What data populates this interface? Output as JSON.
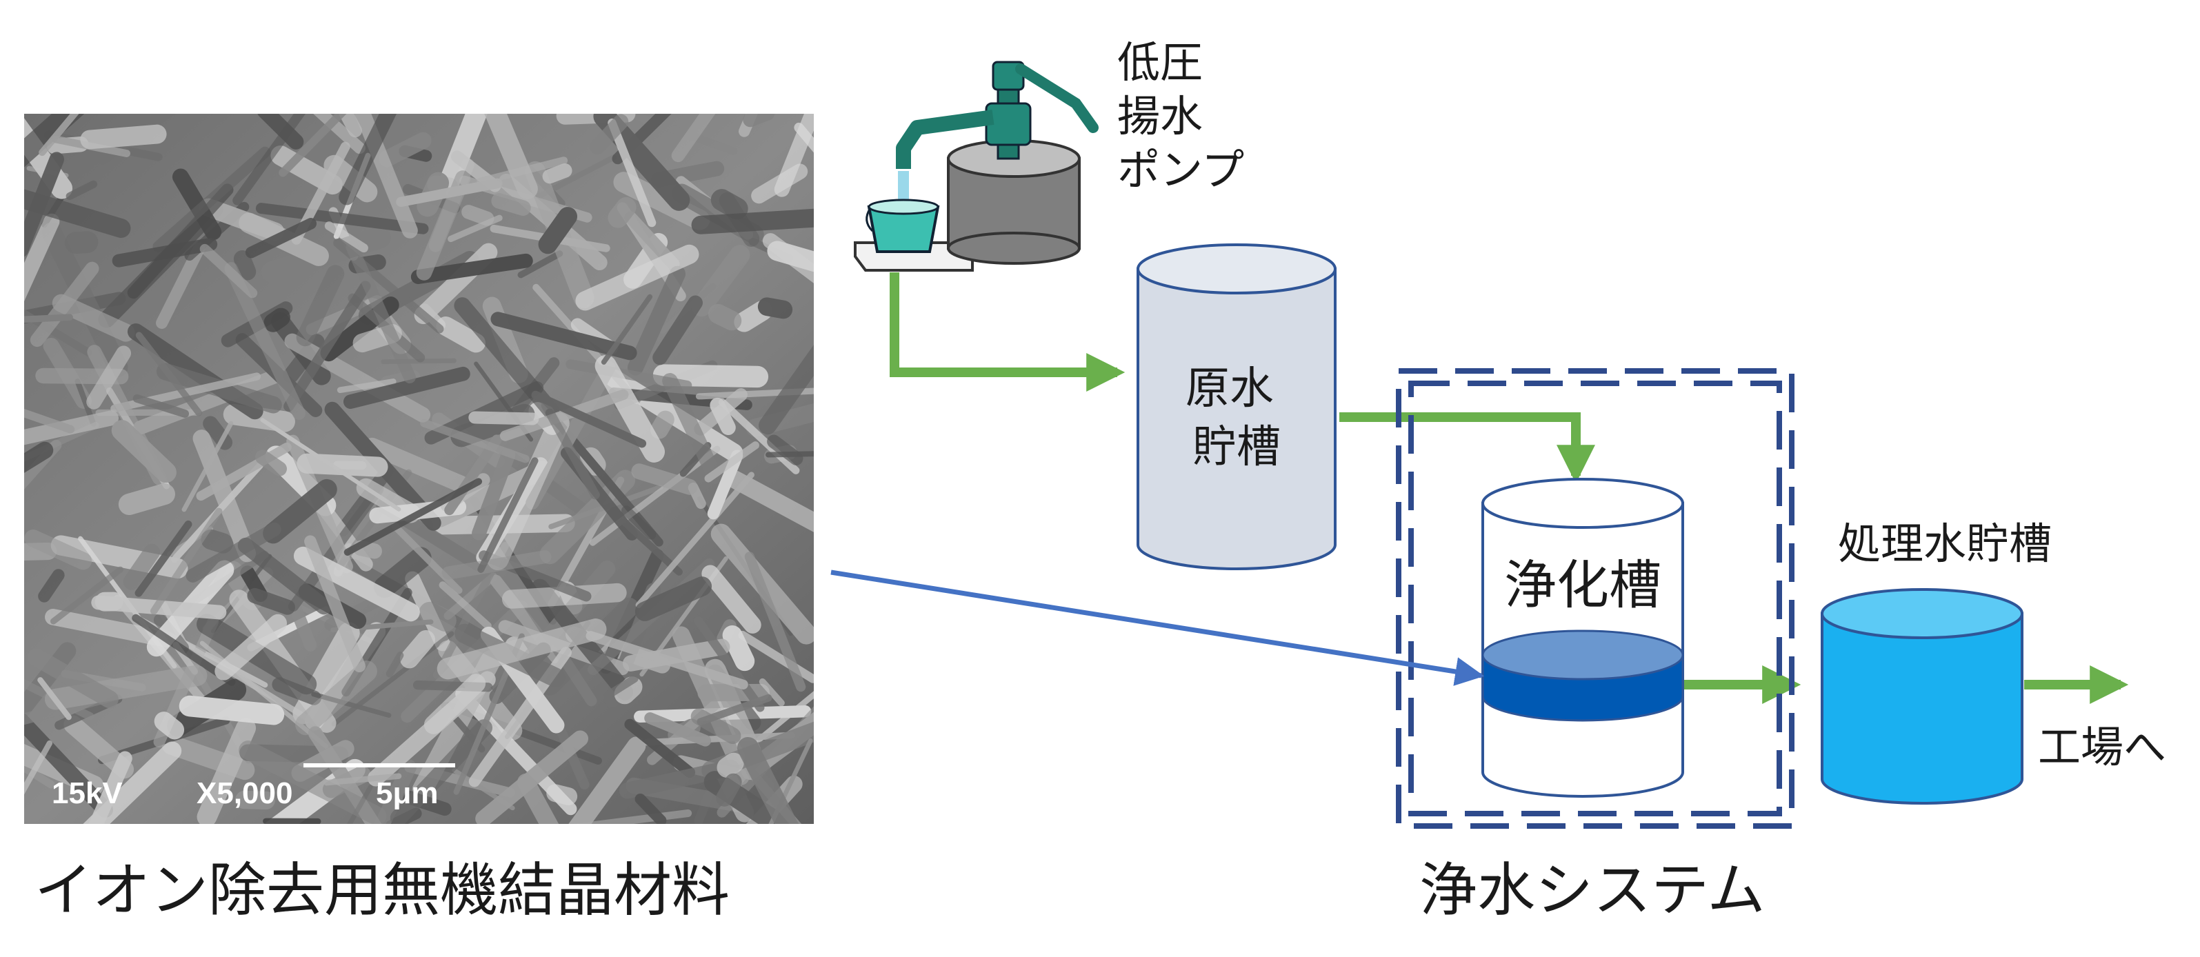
{
  "sem_image": {
    "voltage": "15kV",
    "magnification": "X5,000",
    "scale_bar": "5μm",
    "caption": "イオン除去用無機結晶材料"
  },
  "pump": {
    "label_lines": [
      "低圧",
      "揚水",
      "ポンプ"
    ]
  },
  "raw_tank": {
    "label_lines": [
      "原水",
      "貯槽"
    ],
    "color": "#d6dce6"
  },
  "purification_tank": {
    "label": "浄化槽",
    "layer_color": "#0059b3"
  },
  "treated_tank": {
    "label": "処理水貯槽",
    "color": "#1ab0f0"
  },
  "outlet": {
    "label": "工場へ"
  },
  "system": {
    "caption": "浄水システム",
    "border_color": "#2e4a8c"
  },
  "flow": {
    "water_color": "#6ab04c",
    "material_arrow_color": "#4472c4"
  }
}
